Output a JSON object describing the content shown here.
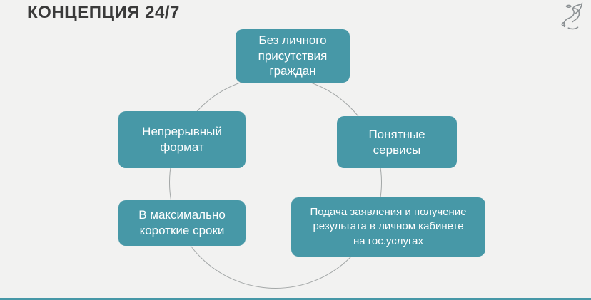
{
  "slide": {
    "title": "КОНЦЕПЦИЯ 24/7"
  },
  "diagram": {
    "nodes": [
      {
        "id": "top",
        "lines": [
          "Без личного",
          "присутствия",
          "граждан"
        ]
      },
      {
        "id": "left",
        "lines": [
          "Непрерывный",
          "формат"
        ]
      },
      {
        "id": "right",
        "lines": [
          "Понятные",
          "сервисы"
        ]
      },
      {
        "id": "bottom-left",
        "lines": [
          "В максимально",
          "короткие сроки"
        ]
      },
      {
        "id": "bottom-right",
        "lines": [
          "Подача заявления и получение",
          "результата в личном кабинете",
          "на гос.услугах"
        ]
      }
    ]
  },
  "icons": {
    "emblem": "kazan-coat-of-arms-icon"
  },
  "colors": {
    "background": "#f2f2f1",
    "title": "#3a3a3a",
    "node_fill": "#4798a7",
    "accent_line": "#4798a7",
    "circle_stroke": "#a3a7a7",
    "emblem": "#8a8f92"
  }
}
